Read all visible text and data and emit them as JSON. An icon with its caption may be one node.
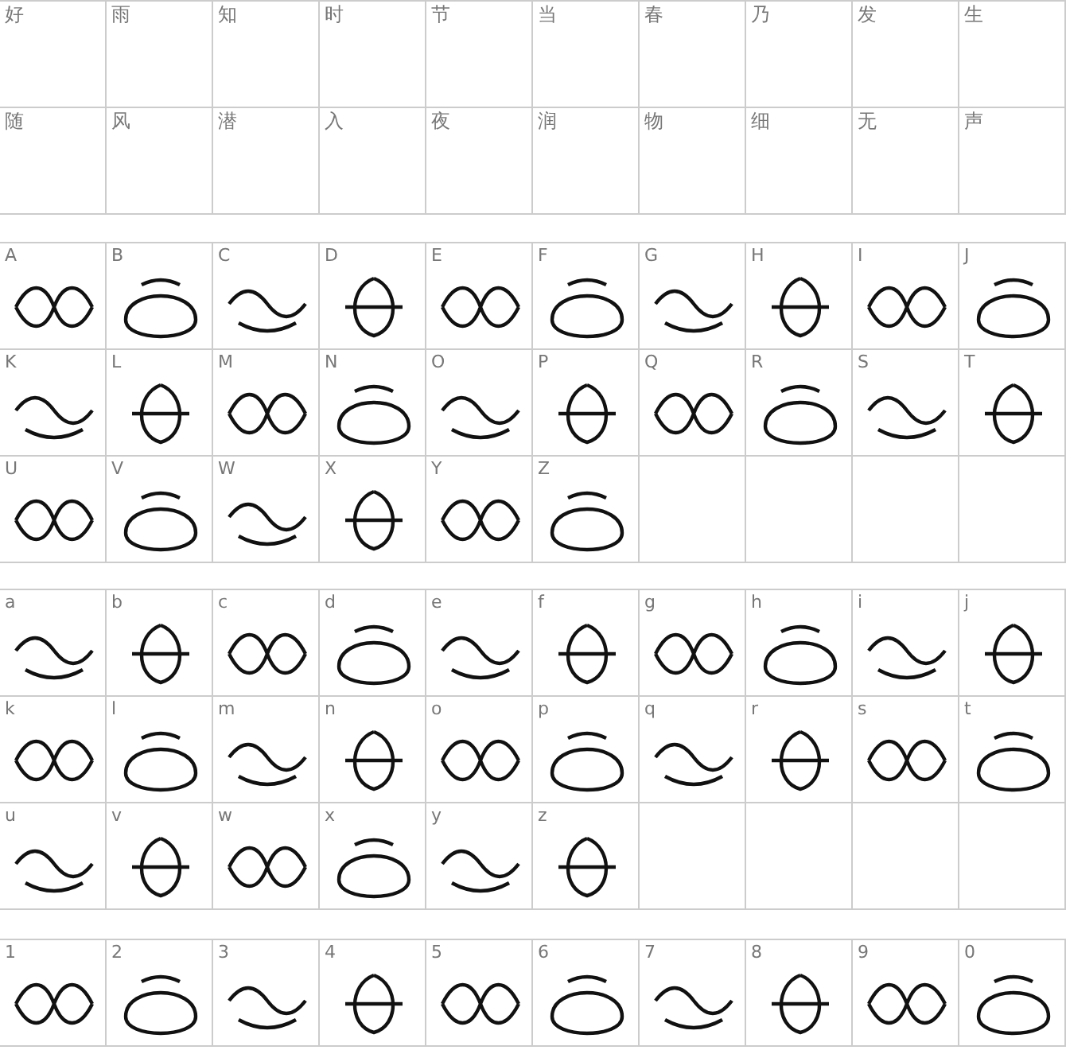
{
  "diagram": {
    "labels": [
      "好",
      "雨",
      "知",
      "时",
      "节",
      "当",
      "春",
      "乃",
      "发",
      "生",
      "随",
      "风",
      "潜",
      "入",
      "夜",
      "润",
      "物",
      "细",
      "无",
      "声",
      "A",
      "B",
      "C",
      "D",
      "E",
      "F",
      "G",
      "H",
      "I",
      "J",
      "K",
      "L",
      "M",
      "N",
      "O",
      "P",
      "Q",
      "R",
      "S",
      "T",
      "U",
      "V",
      "W",
      "X",
      "Y",
      "Z",
      "a",
      "b",
      "c",
      "d",
      "e",
      "f",
      "g",
      "h",
      "i",
      "j",
      "k",
      "l",
      "m",
      "n",
      "o",
      "p",
      "q",
      "r",
      "s",
      "t",
      "u",
      "v",
      "w",
      "x",
      "y",
      "z",
      "1",
      "2",
      "3",
      "4",
      "5",
      "6",
      "7",
      "8",
      "9",
      "0"
    ]
  }
}
